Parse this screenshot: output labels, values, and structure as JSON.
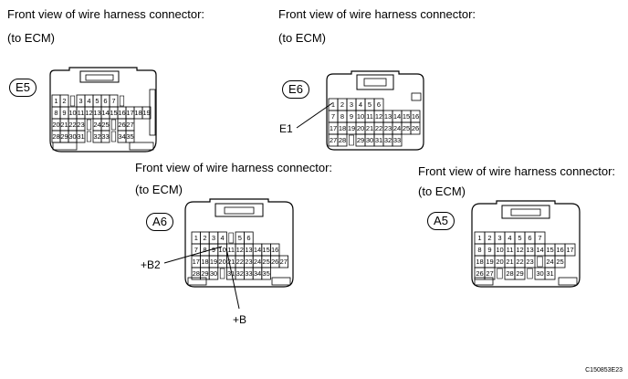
{
  "captions": {
    "e5_title": "Front view of wire harness connector:",
    "e5_sub": "(to ECM)",
    "e6_title": "Front view of wire harness connector:",
    "e6_sub": "(to ECM)",
    "a6_title": "Front view of wire harness connector:",
    "a6_sub": "(to ECM)",
    "a5_title": "Front view of wire harness connector:",
    "a5_sub": "(to ECM)"
  },
  "connectors": {
    "E5": {
      "label": "E5",
      "rows": [
        [
          "1",
          "2",
          "",
          "3",
          "4",
          "5",
          "6",
          "7",
          ""
        ],
        [
          "8",
          "9",
          "10",
          "11",
          "12",
          "13",
          "14",
          "15",
          "16",
          "17",
          "18",
          "19"
        ],
        [
          "20",
          "21",
          "22",
          "23",
          "",
          "24",
          "25",
          "",
          "26",
          "27"
        ],
        [
          "28",
          "29",
          "30",
          "31",
          "",
          "32",
          "33",
          "",
          "34",
          "35"
        ]
      ]
    },
    "E6": {
      "label": "E6",
      "rows": [
        [
          "1",
          "2",
          "3",
          "4",
          "5",
          "6"
        ],
        [
          "7",
          "8",
          "9",
          "10",
          "11",
          "12",
          "13",
          "14",
          "15",
          "16"
        ],
        [
          "17",
          "18",
          "19",
          "20",
          "21",
          "22",
          "23",
          "24",
          "25",
          "26"
        ],
        [
          "27",
          "28",
          "",
          "29",
          "30",
          "31",
          "32",
          "33"
        ]
      ]
    },
    "A6": {
      "label": "A6",
      "rows": [
        [
          "1",
          "2",
          "3",
          "4",
          "",
          "5",
          "6"
        ],
        [
          "7",
          "8",
          "9",
          "10",
          "11",
          "12",
          "13",
          "14",
          "15",
          "16"
        ],
        [
          "17",
          "18",
          "19",
          "20",
          "21",
          "22",
          "23",
          "24",
          "25",
          "26",
          "27"
        ],
        [
          "28",
          "29",
          "30",
          "",
          "31",
          "32",
          "33",
          "34",
          "35"
        ]
      ]
    },
    "A5": {
      "label": "A5",
      "rows": [
        [
          "1",
          "2",
          "3",
          "4",
          "5",
          "6",
          "7"
        ],
        [
          "8",
          "9",
          "10",
          "11",
          "12",
          "13",
          "14",
          "15",
          "16",
          "17"
        ],
        [
          "18",
          "19",
          "20",
          "21",
          "22",
          "23",
          "",
          "24",
          "25"
        ],
        [
          "26",
          "27",
          "",
          "28",
          "29",
          "",
          "30",
          "31"
        ]
      ]
    }
  },
  "labels": {
    "e1": "E1",
    "b2": "+B2",
    "b": "+B"
  },
  "image_code": "C150853E23"
}
